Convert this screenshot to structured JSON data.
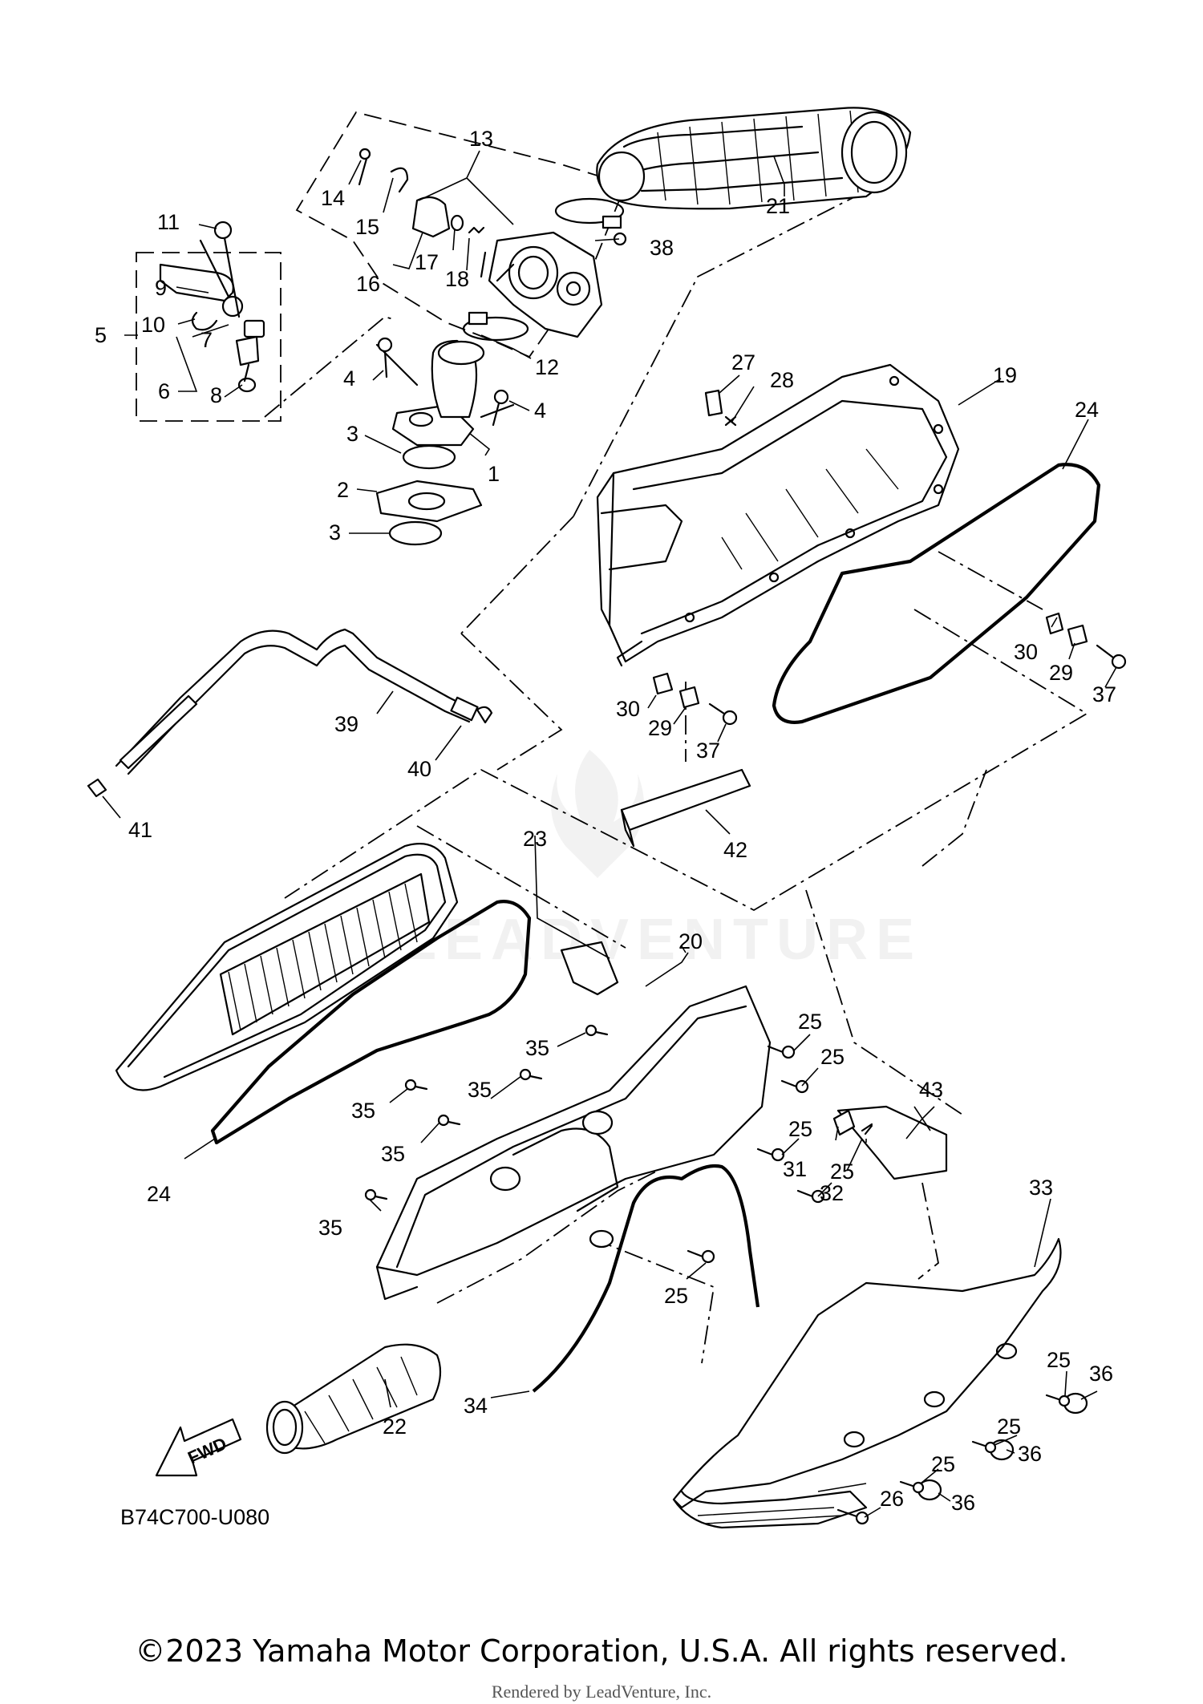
{
  "diagram_code": "B74C700-U080",
  "copyright": "©2023 Yamaha Motor Corporation, U.S.A. All rights reserved.",
  "rendered_by": "Rendered by LeadVenture, Inc.",
  "forward_label": "FWD",
  "watermark": "LEADVENTURE",
  "callouts": [
    {
      "id": "c1",
      "label": "1"
    },
    {
      "id": "c2",
      "label": "2"
    },
    {
      "id": "c3a",
      "label": "3"
    },
    {
      "id": "c3b",
      "label": "3"
    },
    {
      "id": "c4a",
      "label": "4"
    },
    {
      "id": "c4b",
      "label": "4"
    },
    {
      "id": "c5",
      "label": "5"
    },
    {
      "id": "c6",
      "label": "6"
    },
    {
      "id": "c7",
      "label": "7"
    },
    {
      "id": "c8",
      "label": "8"
    },
    {
      "id": "c9",
      "label": "9"
    },
    {
      "id": "c10",
      "label": "10"
    },
    {
      "id": "c11",
      "label": "11"
    },
    {
      "id": "c12",
      "label": "12"
    },
    {
      "id": "c13",
      "label": "13"
    },
    {
      "id": "c14",
      "label": "14"
    },
    {
      "id": "c15",
      "label": "15"
    },
    {
      "id": "c16",
      "label": "16"
    },
    {
      "id": "c17",
      "label": "17"
    },
    {
      "id": "c18",
      "label": "18"
    },
    {
      "id": "c19",
      "label": "19"
    },
    {
      "id": "c20",
      "label": "20"
    },
    {
      "id": "c21",
      "label": "21"
    },
    {
      "id": "c22",
      "label": "22"
    },
    {
      "id": "c23",
      "label": "23"
    },
    {
      "id": "c24a",
      "label": "24"
    },
    {
      "id": "c24b",
      "label": "24"
    },
    {
      "id": "c25a",
      "label": "25"
    },
    {
      "id": "c25b",
      "label": "25"
    },
    {
      "id": "c25c",
      "label": "25"
    },
    {
      "id": "c25d",
      "label": "25"
    },
    {
      "id": "c25e",
      "label": "25"
    },
    {
      "id": "c25f",
      "label": "25"
    },
    {
      "id": "c25g",
      "label": "25"
    },
    {
      "id": "c25h",
      "label": "25"
    },
    {
      "id": "c26",
      "label": "26"
    },
    {
      "id": "c27",
      "label": "27"
    },
    {
      "id": "c28",
      "label": "28"
    },
    {
      "id": "c29a",
      "label": "29"
    },
    {
      "id": "c29b",
      "label": "29"
    },
    {
      "id": "c30a",
      "label": "30"
    },
    {
      "id": "c30b",
      "label": "30"
    },
    {
      "id": "c31",
      "label": "31"
    },
    {
      "id": "c32",
      "label": "32"
    },
    {
      "id": "c33",
      "label": "33"
    },
    {
      "id": "c34",
      "label": "34"
    },
    {
      "id": "c35a",
      "label": "35"
    },
    {
      "id": "c35b",
      "label": "35"
    },
    {
      "id": "c35c",
      "label": "35"
    },
    {
      "id": "c35d",
      "label": "35"
    },
    {
      "id": "c35e",
      "label": "35"
    },
    {
      "id": "c36a",
      "label": "36"
    },
    {
      "id": "c36b",
      "label": "36"
    },
    {
      "id": "c36c",
      "label": "36"
    },
    {
      "id": "c37a",
      "label": "37"
    },
    {
      "id": "c37b",
      "label": "37"
    },
    {
      "id": "c38",
      "label": "38"
    },
    {
      "id": "c39",
      "label": "39"
    },
    {
      "id": "c40",
      "label": "40"
    },
    {
      "id": "c41",
      "label": "41"
    },
    {
      "id": "c42",
      "label": "42"
    },
    {
      "id": "c43",
      "label": "43"
    }
  ]
}
